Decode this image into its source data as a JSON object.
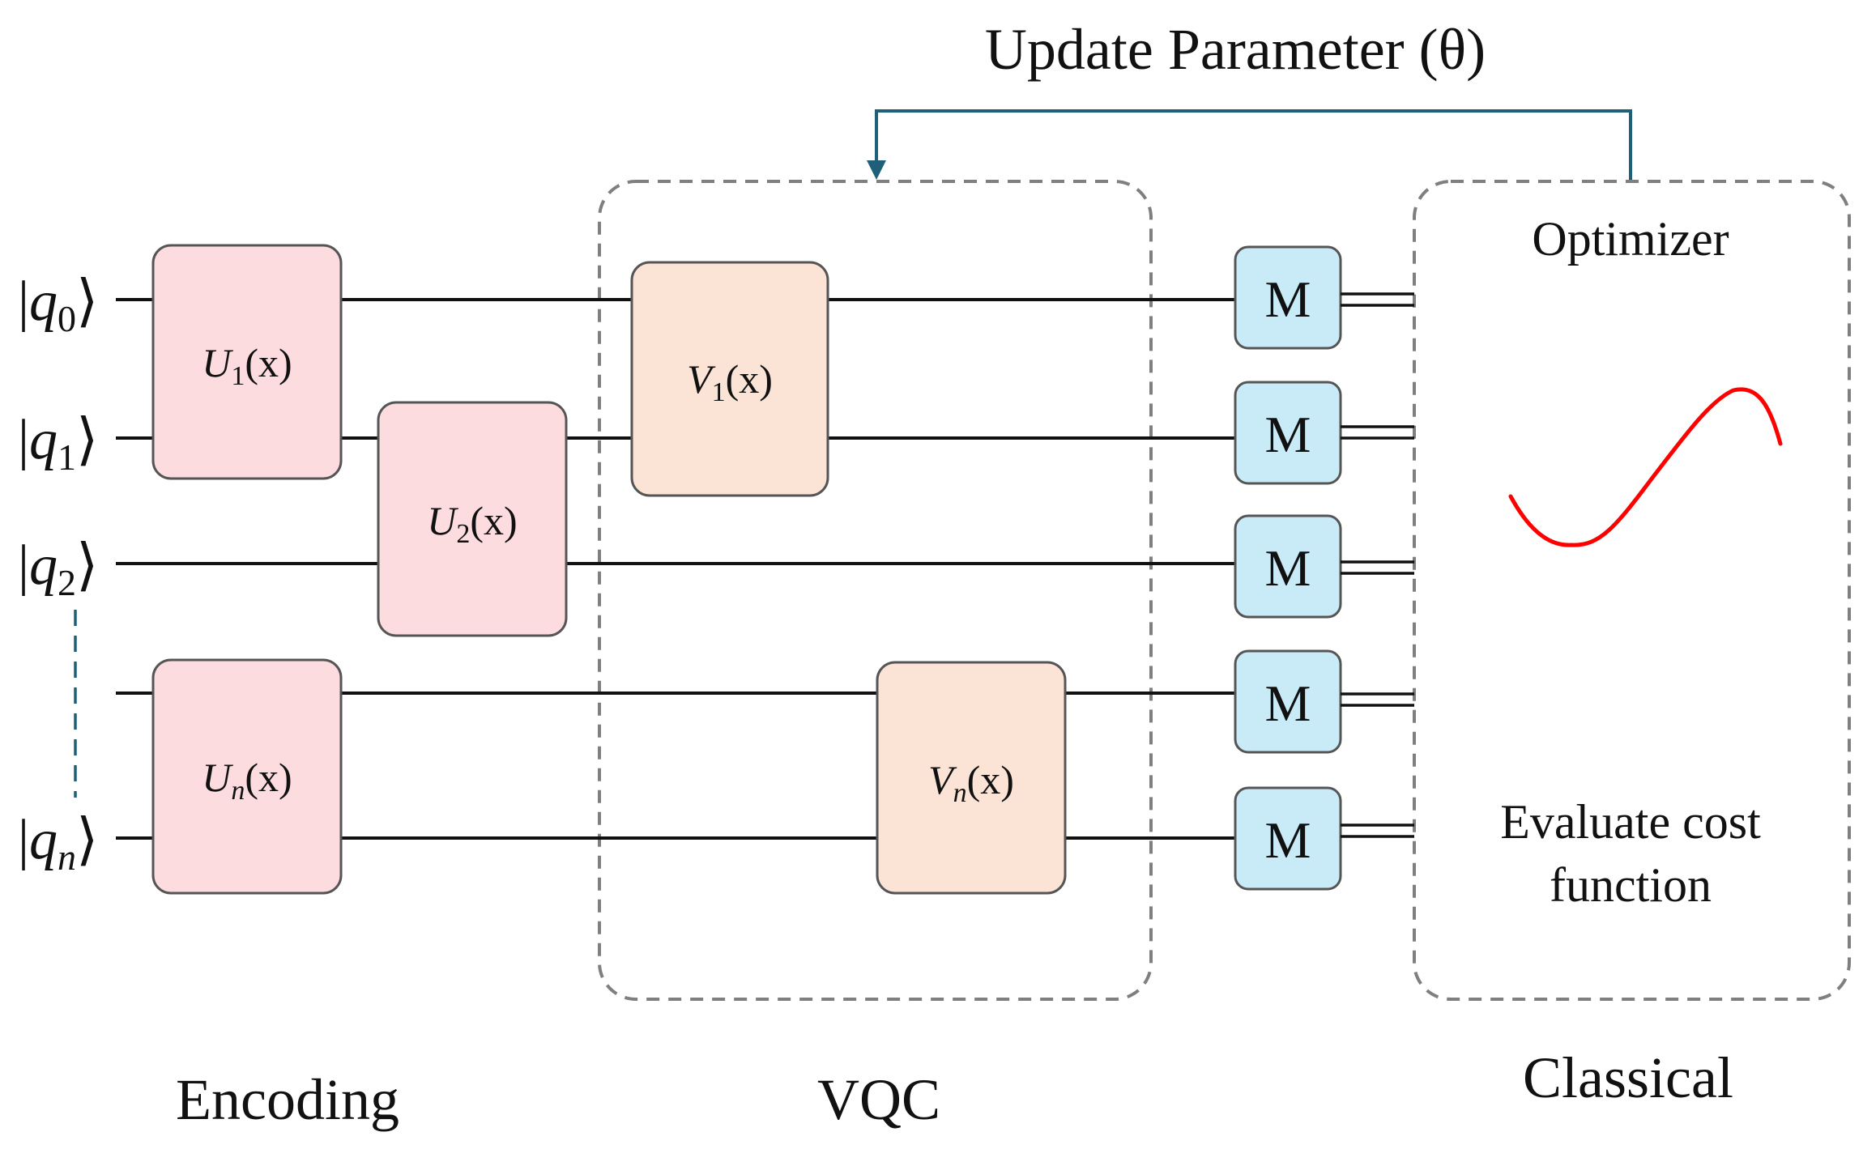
{
  "feedback": {
    "label": "Update Parameter (θ)",
    "color": "#1f5f7a"
  },
  "qubits": [
    {
      "name": "q",
      "sub": "0"
    },
    {
      "name": "q",
      "sub": "1"
    },
    {
      "name": "q",
      "sub": "2"
    },
    {
      "name": "q",
      "sub": "n"
    }
  ],
  "encoding_gates": [
    {
      "op": "U",
      "sub": "1",
      "arg": "(x)"
    },
    {
      "op": "U",
      "sub": "2",
      "arg": "(x)"
    },
    {
      "op": "U",
      "sub": "n",
      "arg": "(x)"
    }
  ],
  "vqc_gates": [
    {
      "op": "V",
      "sub": "1",
      "arg": "(x)"
    },
    {
      "op": "V",
      "sub": "n",
      "arg": "(x)"
    }
  ],
  "measurement": {
    "label": "M"
  },
  "classical_box": {
    "optimizer": "Optimizer",
    "evaluate_line1": "Evaluate cost",
    "evaluate_line2": "function"
  },
  "sections": {
    "encoding": "Encoding",
    "vqc": "VQC",
    "classical": "Classical"
  },
  "colors": {
    "encoding_gate": "#fcdcdf",
    "vqc_gate": "#fbe3d6",
    "measure_gate": "#c9ebf8",
    "cost_curve": "#ff0000",
    "dashed_box": "#7f7f7f"
  }
}
